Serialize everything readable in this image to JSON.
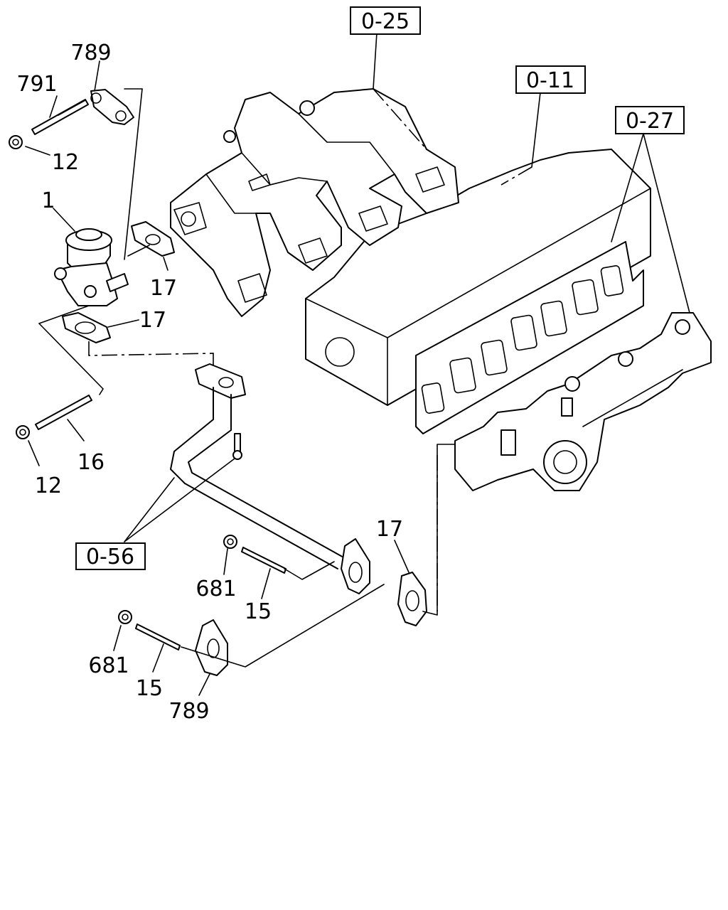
{
  "refs": {
    "r025": "0-25",
    "r011": "0-11",
    "r027": "0-27",
    "r056": "0-56"
  },
  "labels": {
    "p789a": "789",
    "p791": "791",
    "p12a": "12",
    "p1": "1",
    "p17a": "17",
    "p17b": "17",
    "p16": "16",
    "p12b": "12",
    "p17c": "17",
    "p681a": "681",
    "p15a": "15",
    "p681b": "681",
    "p15b": "15",
    "p789b": "789"
  }
}
